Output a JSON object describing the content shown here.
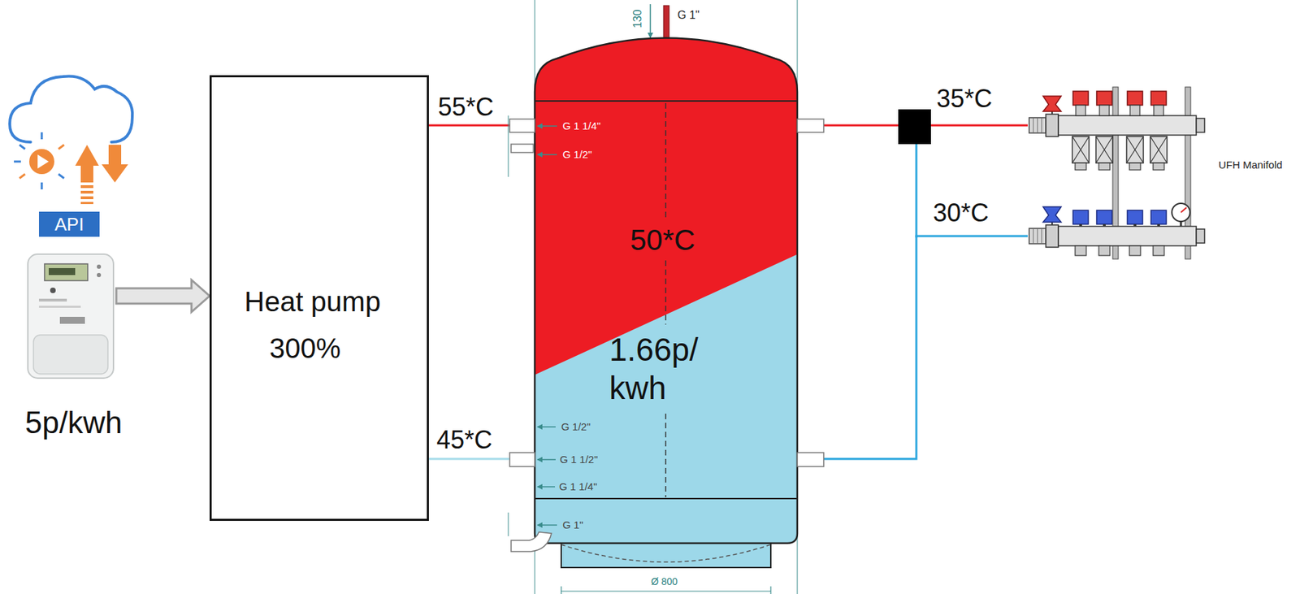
{
  "diagram": {
    "nodes": [
      {
        "text": [
          "API"
        ]
      },
      {
        "text": [
          "5p/kwh"
        ]
      },
      {
        "text": [
          "Heat pump",
          "300%"
        ]
      },
      {
        "text": [
          "50*C",
          "1.66p/ kwh"
        ]
      },
      {
        "text": [
          "UFH Manifold"
        ]
      }
    ],
    "edges": [
      {
        "from": 1,
        "to": 2,
        "arrow": "to"
      },
      {
        "from": 2,
        "to": 3,
        "label": "55*C",
        "arrow": "none"
      },
      {
        "from": 3,
        "to": 2,
        "label": "45*C",
        "arrow": "none"
      },
      {
        "from": 3,
        "to": 4,
        "label": "35*C",
        "arrow": "none"
      },
      {
        "from": 4,
        "to": 3,
        "label": "30*C",
        "arrow": "none"
      }
    ],
    "labels": [
      "130",
      "G 1\"",
      "G 1 1/4\"",
      "G 1/2\"",
      "G 1/2\"",
      "G 1 1/2\"",
      "G 1 1/4\"",
      "G 1\"",
      "Ø 800"
    ]
  }
}
